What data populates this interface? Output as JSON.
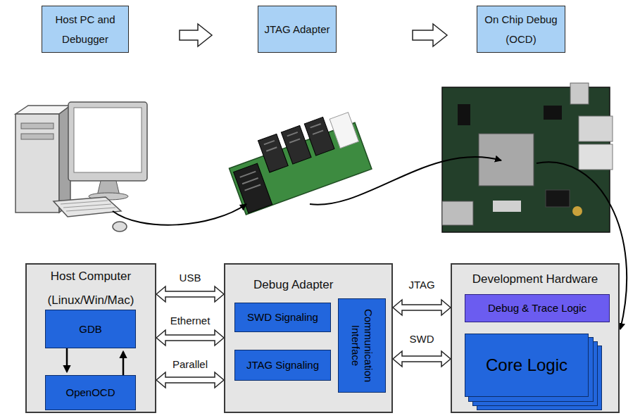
{
  "diagram": {
    "nodes": [
      {
        "text": [
          "Host PC and Debugger"
        ]
      },
      {
        "text": [
          "JTAG Adapter"
        ]
      },
      {
        "text": [
          "On Chip Debug (OCD)"
        ]
      },
      {
        "text": [
          "Host Computer (Linux/Win/Mac)"
        ]
      },
      {
        "text": [
          "GDB"
        ],
        "in": 3
      },
      {
        "text": [
          "OpenOCD"
        ],
        "in": 3
      },
      {
        "text": [
          "Debug Adapter"
        ]
      },
      {
        "text": [
          "SWD Signaling"
        ],
        "in": 6
      },
      {
        "text": [
          "JTAG Signaling"
        ],
        "in": 6
      },
      {
        "text": [
          "Communication Interface"
        ],
        "in": 6
      },
      {
        "text": [
          "Development Hardware"
        ]
      },
      {
        "text": [
          "Debug & Trace Logic"
        ],
        "in": 10
      },
      {
        "text": [
          "Core Logic"
        ],
        "in": 10
      }
    ],
    "edges": [
      {
        "from": 0,
        "to": 1,
        "arrow": "to"
      },
      {
        "from": 1,
        "to": 2,
        "arrow": "to"
      },
      {
        "from": 4,
        "to": 5,
        "arrow": "to"
      },
      {
        "from": 5,
        "to": 4,
        "arrow": "to"
      },
      {
        "from": 3,
        "to": 6,
        "label": "USB",
        "arrow": "both"
      },
      {
        "from": 3,
        "to": 6,
        "label": "Ethernet",
        "arrow": "both"
      },
      {
        "from": 3,
        "to": 6,
        "label": "Parallel",
        "arrow": "both"
      },
      {
        "from": 6,
        "to": 10,
        "label": "JTAG",
        "arrow": "both"
      },
      {
        "from": 6,
        "to": 10,
        "label": "SWD",
        "arrow": "both"
      }
    ]
  }
}
